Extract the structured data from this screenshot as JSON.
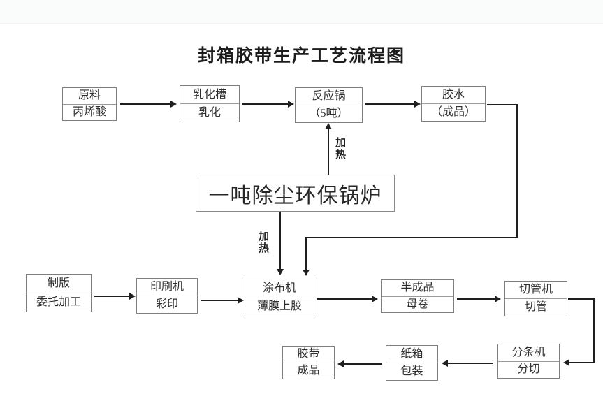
{
  "title": "封箱胶带生产工艺流程图",
  "nodes": {
    "raw_material": {
      "line1": "原料",
      "line2": "丙烯酸"
    },
    "emulsifier": {
      "line1": "乳化槽",
      "line2": "乳化"
    },
    "reactor": {
      "line1": "反应锅",
      "line2": "（5吨）"
    },
    "glue": {
      "line1": "胶水",
      "line2": "（成品）"
    },
    "boiler": {
      "label": "一吨除尘环保锅炉"
    },
    "plate_making": {
      "line1": "制版",
      "line2": "委托加工"
    },
    "printing": {
      "line1": "印刷机",
      "line2": "彩印"
    },
    "coating": {
      "line1": "涂布机",
      "line2": "薄膜上胶"
    },
    "semi_product": {
      "line1": "半成品",
      "line2": "母卷"
    },
    "tube_cutting": {
      "line1": "切管机",
      "line2": "切管"
    },
    "slitting": {
      "line1": "分条机",
      "line2": "分切"
    },
    "carton": {
      "line1": "纸箱",
      "line2": "包装"
    },
    "tape_product": {
      "line1": "胶带",
      "line2": "成品"
    }
  },
  "labels": {
    "heat_reactor": "加热",
    "heat_coating": "加热"
  },
  "colors": {
    "background": "#ffffff",
    "box_border": "#7f7f7f",
    "line": "#1f1f1f",
    "text": "#2e2e2e"
  }
}
